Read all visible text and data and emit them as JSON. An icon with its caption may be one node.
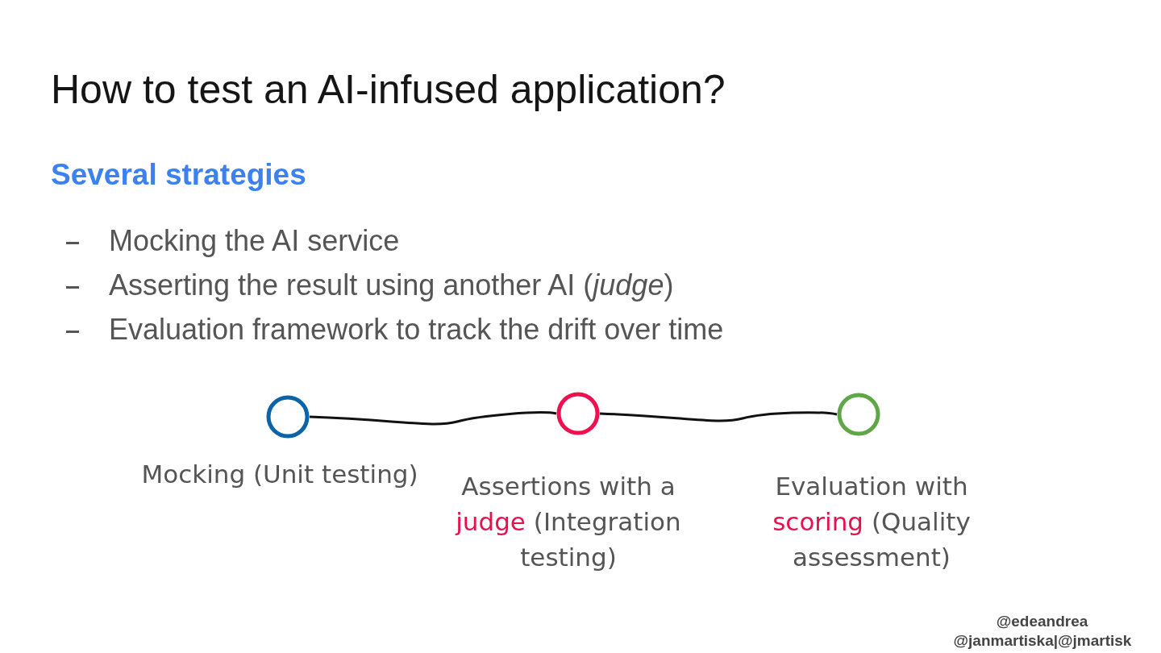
{
  "diagram": {
    "title": "How to test an AI-infused application?",
    "nodes": [
      {
        "text": [],
        "shape": "circle",
        "beside": [
          "Mocking (Unit testing)"
        ]
      },
      {
        "text": [],
        "shape": "circle",
        "beside": [
          "Assertions with a **judge** (Integration testing)"
        ]
      },
      {
        "text": [],
        "shape": "circle",
        "beside": [
          "Evaluation with **scoring** (Quality assessment)"
        ]
      }
    ],
    "edges": [
      {
        "from": 0,
        "to": 1,
        "arrow": "none"
      },
      {
        "from": 1,
        "to": 2,
        "arrow": "none"
      }
    ],
    "labels": [
      "Several strategies",
      "Mocking the AI service",
      "Asserting the result using another AI (*judge*)",
      "Evaluation framework to track the drift over time",
      "@edeandrea",
      "@janmartiska|@jmartisk"
    ]
  }
}
